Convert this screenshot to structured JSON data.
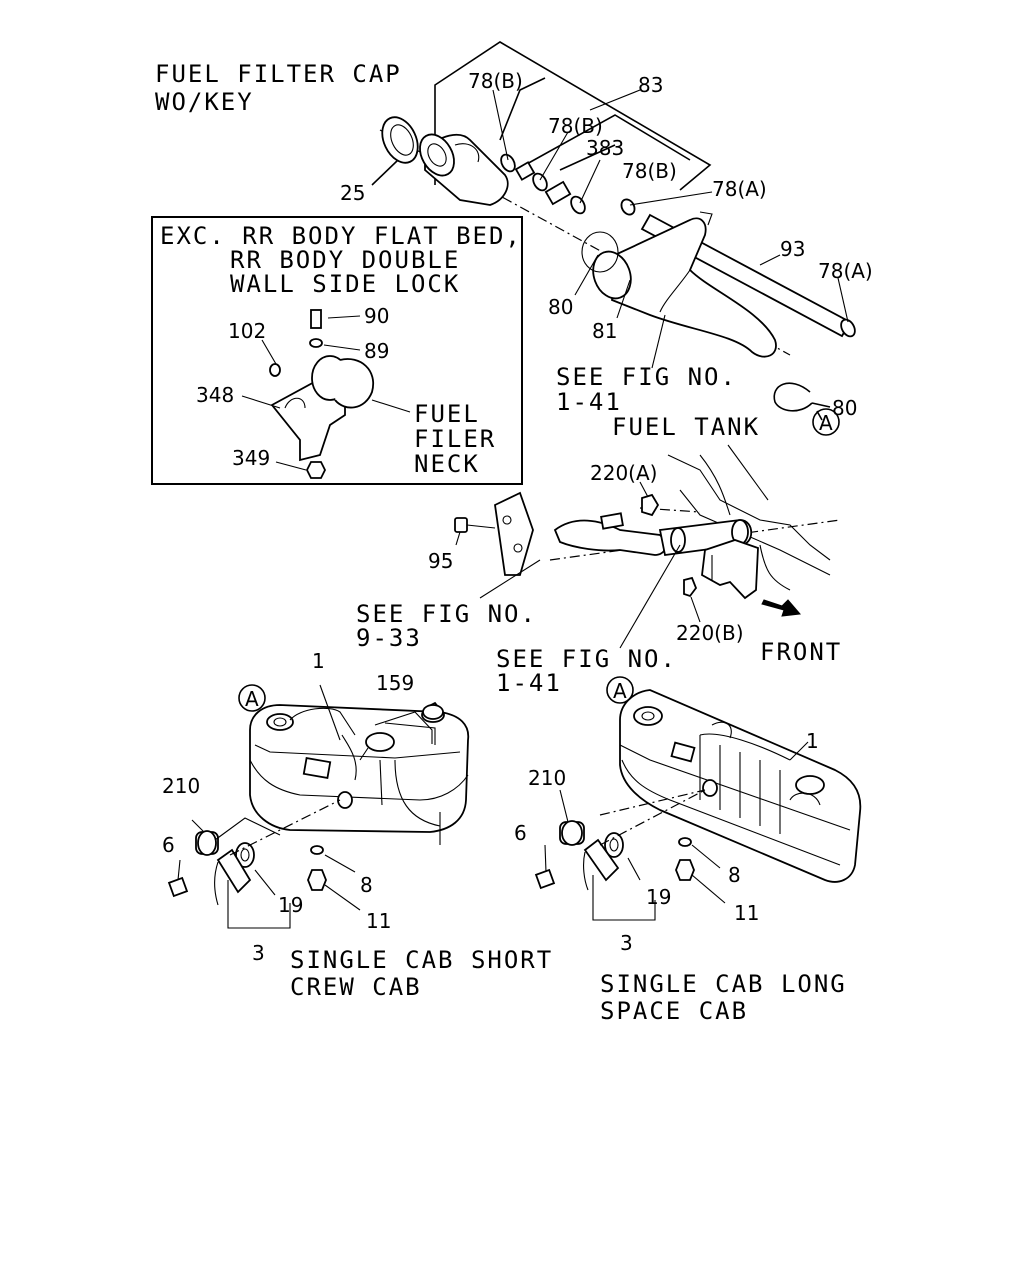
{
  "captions": {
    "fuel_filter_cap_1": "FUEL FILTER CAP",
    "fuel_filter_cap_2": "WO/KEY",
    "exc_1": "EXC. RR BODY FLAT BED,",
    "exc_2": "RR BODY DOUBLE",
    "exc_3": "WALL SIDE LOCK",
    "neck_1": "FUEL",
    "neck_2": "FILER",
    "neck_3": "NECK",
    "see_fig_a_1": "SEE FIG NO.",
    "see_fig_a_2": "1-41",
    "fuel_tank": "FUEL TANK",
    "see_fig_b_1": "SEE FIG NO.",
    "see_fig_b_2": "9-33",
    "see_fig_c_1": "SEE FIG NO.",
    "see_fig_c_2": "1-41",
    "front": "FRONT",
    "short_1": "SINGLE CAB SHORT",
    "short_2": "CREW CAB",
    "long_1": "SINGLE CAB LONG",
    "long_2": "SPACE CAB"
  },
  "callouts": {
    "p78b_1": "78(B)",
    "p83": "83",
    "p78b_2": "78(B)",
    "p383": "383",
    "p78b_3": "78(B)",
    "p78a_1": "78(A)",
    "p25": "25",
    "p93": "93",
    "p78a_2": "78(A)",
    "p80_1": "80",
    "p81": "81",
    "p80_2": "80",
    "ref_a_1": "A",
    "p90": "90",
    "p89": "89",
    "p102": "102",
    "p348": "348",
    "p349": "349",
    "p220a": "220(A)",
    "p95": "95",
    "p220b": "220(B)",
    "p1_left": "1",
    "p159": "159",
    "ref_a_2": "A",
    "p210_left": "210",
    "p6_left": "6",
    "p19_left": "19",
    "p8_left": "8",
    "p11_left": "11",
    "p3_left": "3",
    "ref_a_3": "A",
    "p1_right": "1",
    "p210_right": "210",
    "p6_right": "6",
    "p19_right": "19",
    "p8_right": "8",
    "p11_right": "11",
    "p3_right": "3"
  }
}
